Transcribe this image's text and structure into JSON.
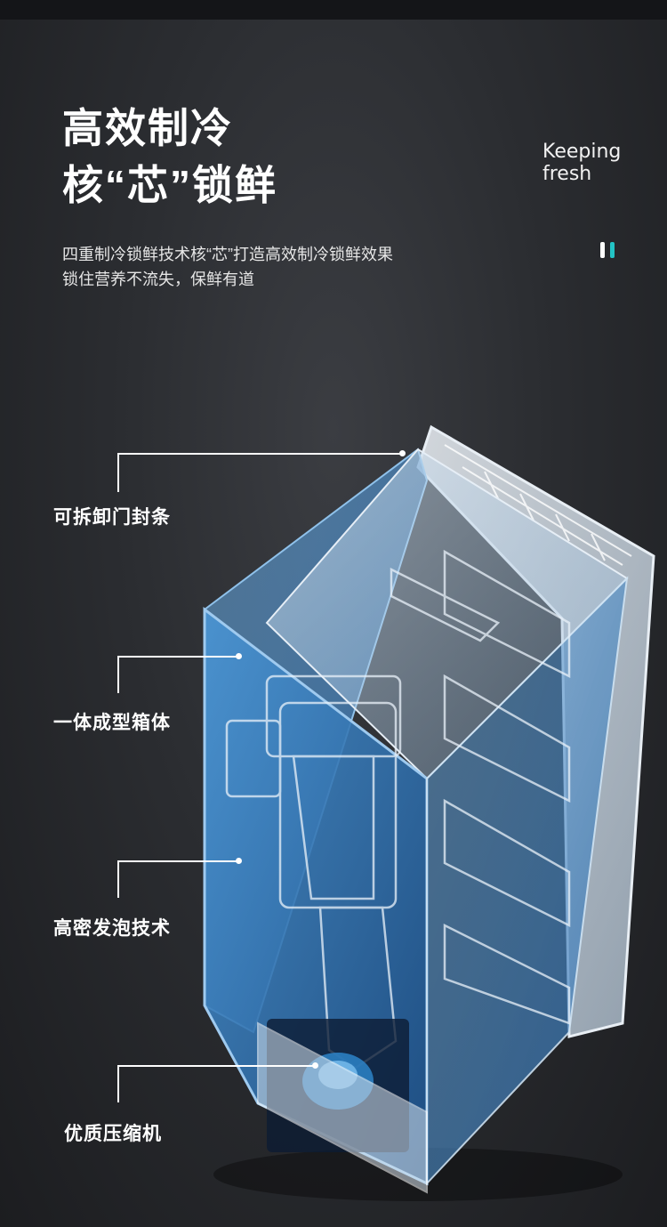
{
  "header": {
    "title_line1": "高效制冷",
    "title_line2": "核“芯”锁鲜",
    "tagline_line1": "Keeping",
    "tagline_line2": "fresh"
  },
  "description": {
    "line1": "四重制冷锁鲜技术核“芯”打造高效制冷锁鲜效果",
    "line2": "锁住营养不流失，保鲜有道"
  },
  "callouts": [
    {
      "label": "可拆卸门封条"
    },
    {
      "label": "一体成型箱体"
    },
    {
      "label": "高密发泡技术"
    },
    {
      "label": "优质压缩机"
    }
  ],
  "colors": {
    "background": "#2b2d31",
    "accent": "#23c3c5",
    "cabinet_blue": "#3e8fd4",
    "text": "#ffffff"
  }
}
